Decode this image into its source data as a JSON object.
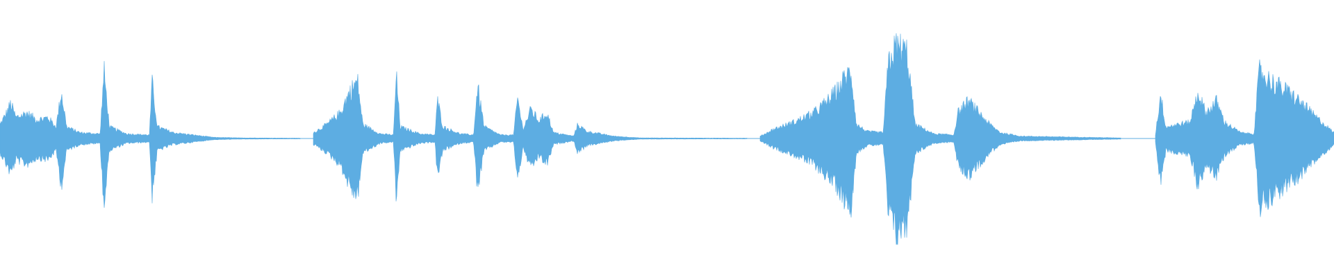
{
  "waveform": {
    "color": "#5dade2",
    "segments": [
      {
        "start": 0.0,
        "end": 0.225,
        "envelope": [
          [
            0.0,
            0.12
          ],
          [
            0.004,
            0.2
          ],
          [
            0.008,
            0.3
          ],
          [
            0.012,
            0.18
          ],
          [
            0.02,
            0.22
          ],
          [
            0.028,
            0.16
          ],
          [
            0.036,
            0.18
          ],
          [
            0.042,
            0.1
          ],
          [
            0.046,
            0.4
          ],
          [
            0.05,
            0.1
          ],
          [
            0.06,
            0.05
          ],
          [
            0.075,
            0.04
          ],
          [
            0.078,
            0.58
          ],
          [
            0.082,
            0.1
          ],
          [
            0.095,
            0.04
          ],
          [
            0.112,
            0.03
          ],
          [
            0.114,
            0.48
          ],
          [
            0.118,
            0.1
          ],
          [
            0.13,
            0.05
          ],
          [
            0.145,
            0.03
          ],
          [
            0.16,
            0.01
          ],
          [
            0.18,
            0.005
          ],
          [
            0.225,
            0.003
          ]
        ]
      },
      {
        "start": 0.235,
        "end": 0.56,
        "envelope": [
          [
            0.235,
            0.05
          ],
          [
            0.245,
            0.12
          ],
          [
            0.255,
            0.22
          ],
          [
            0.262,
            0.4
          ],
          [
            0.268,
            0.5
          ],
          [
            0.272,
            0.12
          ],
          [
            0.285,
            0.04
          ],
          [
            0.295,
            0.03
          ],
          [
            0.297,
            0.55
          ],
          [
            0.3,
            0.1
          ],
          [
            0.315,
            0.04
          ],
          [
            0.326,
            0.03
          ],
          [
            0.328,
            0.33
          ],
          [
            0.332,
            0.1
          ],
          [
            0.345,
            0.04
          ],
          [
            0.355,
            0.03
          ],
          [
            0.358,
            0.45
          ],
          [
            0.363,
            0.1
          ],
          [
            0.375,
            0.03
          ],
          [
            0.385,
            0.03
          ],
          [
            0.388,
            0.35
          ],
          [
            0.392,
            0.08
          ],
          [
            0.398,
            0.25
          ],
          [
            0.404,
            0.15
          ],
          [
            0.41,
            0.22
          ],
          [
            0.415,
            0.05
          ],
          [
            0.43,
            0.02
          ],
          [
            0.433,
            0.12
          ],
          [
            0.44,
            0.06
          ],
          [
            0.46,
            0.02
          ],
          [
            0.48,
            0.005
          ],
          [
            0.56,
            0.003
          ]
        ]
      },
      {
        "start": 0.57,
        "end": 0.84,
        "envelope": [
          [
            0.57,
            0.02
          ],
          [
            0.58,
            0.08
          ],
          [
            0.595,
            0.14
          ],
          [
            0.61,
            0.22
          ],
          [
            0.62,
            0.32
          ],
          [
            0.628,
            0.42
          ],
          [
            0.633,
            0.52
          ],
          [
            0.638,
            0.58
          ],
          [
            0.642,
            0.12
          ],
          [
            0.65,
            0.06
          ],
          [
            0.662,
            0.05
          ],
          [
            0.666,
            0.65
          ],
          [
            0.672,
            0.8
          ],
          [
            0.68,
            0.74
          ],
          [
            0.686,
            0.12
          ],
          [
            0.7,
            0.04
          ],
          [
            0.715,
            0.03
          ],
          [
            0.718,
            0.22
          ],
          [
            0.726,
            0.32
          ],
          [
            0.734,
            0.22
          ],
          [
            0.742,
            0.12
          ],
          [
            0.75,
            0.05
          ],
          [
            0.765,
            0.02
          ],
          [
            0.84,
            0.005
          ]
        ]
      },
      {
        "start": 0.866,
        "end": 1.0,
        "envelope": [
          [
            0.866,
            0.02
          ],
          [
            0.87,
            0.38
          ],
          [
            0.874,
            0.1
          ],
          [
            0.882,
            0.12
          ],
          [
            0.892,
            0.14
          ],
          [
            0.898,
            0.4
          ],
          [
            0.904,
            0.22
          ],
          [
            0.912,
            0.32
          ],
          [
            0.918,
            0.14
          ],
          [
            0.93,
            0.05
          ],
          [
            0.94,
            0.04
          ],
          [
            0.944,
            0.58
          ],
          [
            0.952,
            0.5
          ],
          [
            0.96,
            0.44
          ],
          [
            0.968,
            0.38
          ],
          [
            0.976,
            0.3
          ],
          [
            0.985,
            0.2
          ],
          [
            0.993,
            0.12
          ],
          [
            1.0,
            0.05
          ]
        ]
      }
    ]
  }
}
